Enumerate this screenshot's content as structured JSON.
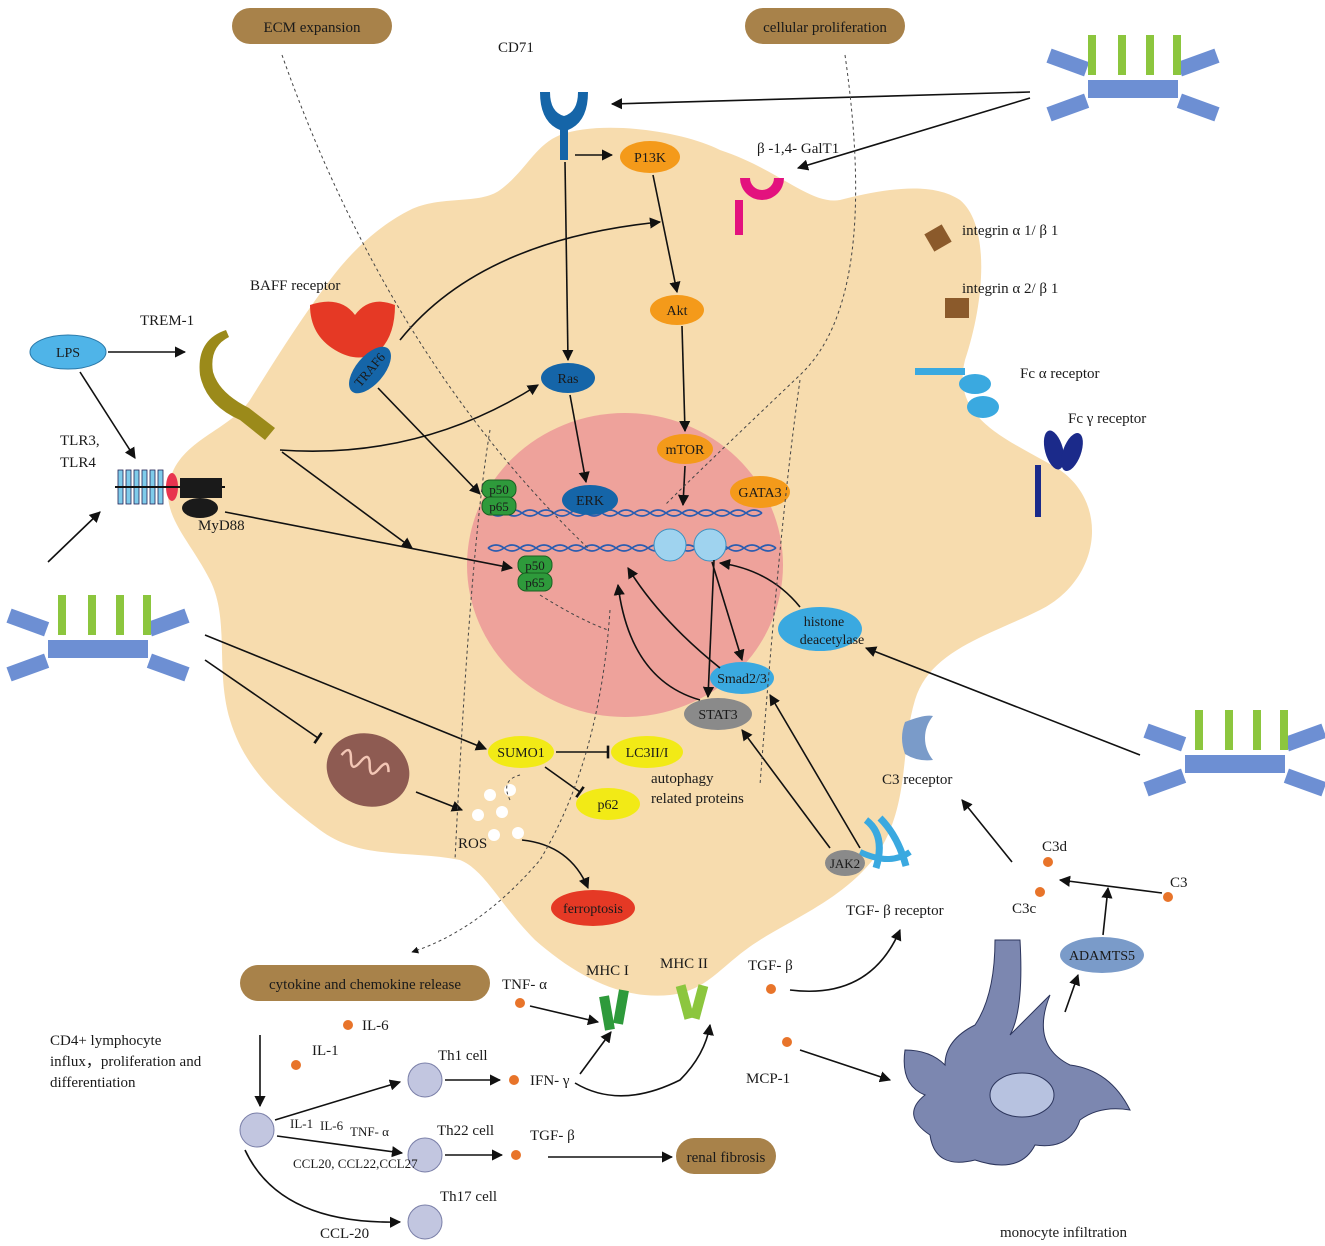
{
  "outcomes": {
    "ecm_expansion": "ECM expansion",
    "cellular_proliferation": "cellular proliferation",
    "cytokine_release": "cytokine and chemokine release",
    "renal_fibrosis": "renal fibrosis"
  },
  "receptors": {
    "cd71": "CD71",
    "galt1": "β -1,4- GalT1",
    "integrin_a1b1": "integrin  α 1/ β 1",
    "integrin_a2b1": "integrin  α 2/ β 1",
    "fc_alpha": "Fc  α receptor",
    "fc_gamma": "Fc γ receptor",
    "baff": "BAFF receptor",
    "trem1": "TREM-1",
    "tlr_line1": "TLR3,",
    "tlr_line2": "TLR4",
    "myd88": "MyD88",
    "c3_receptor": "C3 receptor",
    "tgfb_receptor": "TGF- β receptor"
  },
  "signaling": {
    "lps": "LPS",
    "pi3k": "P13K",
    "akt": "Akt",
    "ras": "Ras",
    "traf6": "TRAF6",
    "mtor": "mTOR",
    "erk": "ERK",
    "gata3": "GATA3",
    "p50": "p50",
    "p65": "p65",
    "hdac_line1": "histone",
    "hdac_line2": "deacetylase",
    "smad": "Smad2/3",
    "stat3": "STAT3",
    "jak2": "JAK2",
    "sumo1": "SUMO1",
    "lc3": "LC3II/I",
    "p62": "p62",
    "autophagy_line1": "autophagy",
    "autophagy_line2": "related proteins",
    "ros": "ROS",
    "ferroptosis": "ferroptosis",
    "adamts5": "ADAMTS5"
  },
  "complement": {
    "c3d": "C3d",
    "c3c": "C3c",
    "c3": "C3"
  },
  "immune": {
    "mhc1": "MHC I",
    "mhc2": "MHC II",
    "tnfa": "TNF- α",
    "tgfb": "TGF- β",
    "tgfb2": "TGF- β",
    "mcp1": "MCP-1",
    "il6": "IL-6",
    "il1": "IL-1",
    "ifng": "IFN- γ",
    "cd4_line1": "CD4+ lymphocyte",
    "cd4_line2": "influx，proliferation and",
    "cd4_line3": "differentiation",
    "th1": "Th1 cell",
    "th22": "Th22 cell",
    "th17": "Th17 cell",
    "arrow_il1": "IL-1",
    "arrow_il6": "IL-6",
    "arrow_tnfa": "TNF- α",
    "arrow_ccl_multi": "CCL20, CCL22,CCL27",
    "arrow_ccl20": "CCL-20",
    "monocyte": "monocyte infiltration"
  },
  "colors": {
    "cytoplasm": "#f7dcae",
    "nucleus": "#eea29b",
    "outcome_box": "#a8824a",
    "pathway_orange": "#f49a1a",
    "ras_blue": "#1565a8",
    "yellow": "#f2ea16",
    "green": "#2e9a3b",
    "gray": "#8a8a8a",
    "light_blue": "#3aa9e0",
    "red": "#e53925"
  }
}
